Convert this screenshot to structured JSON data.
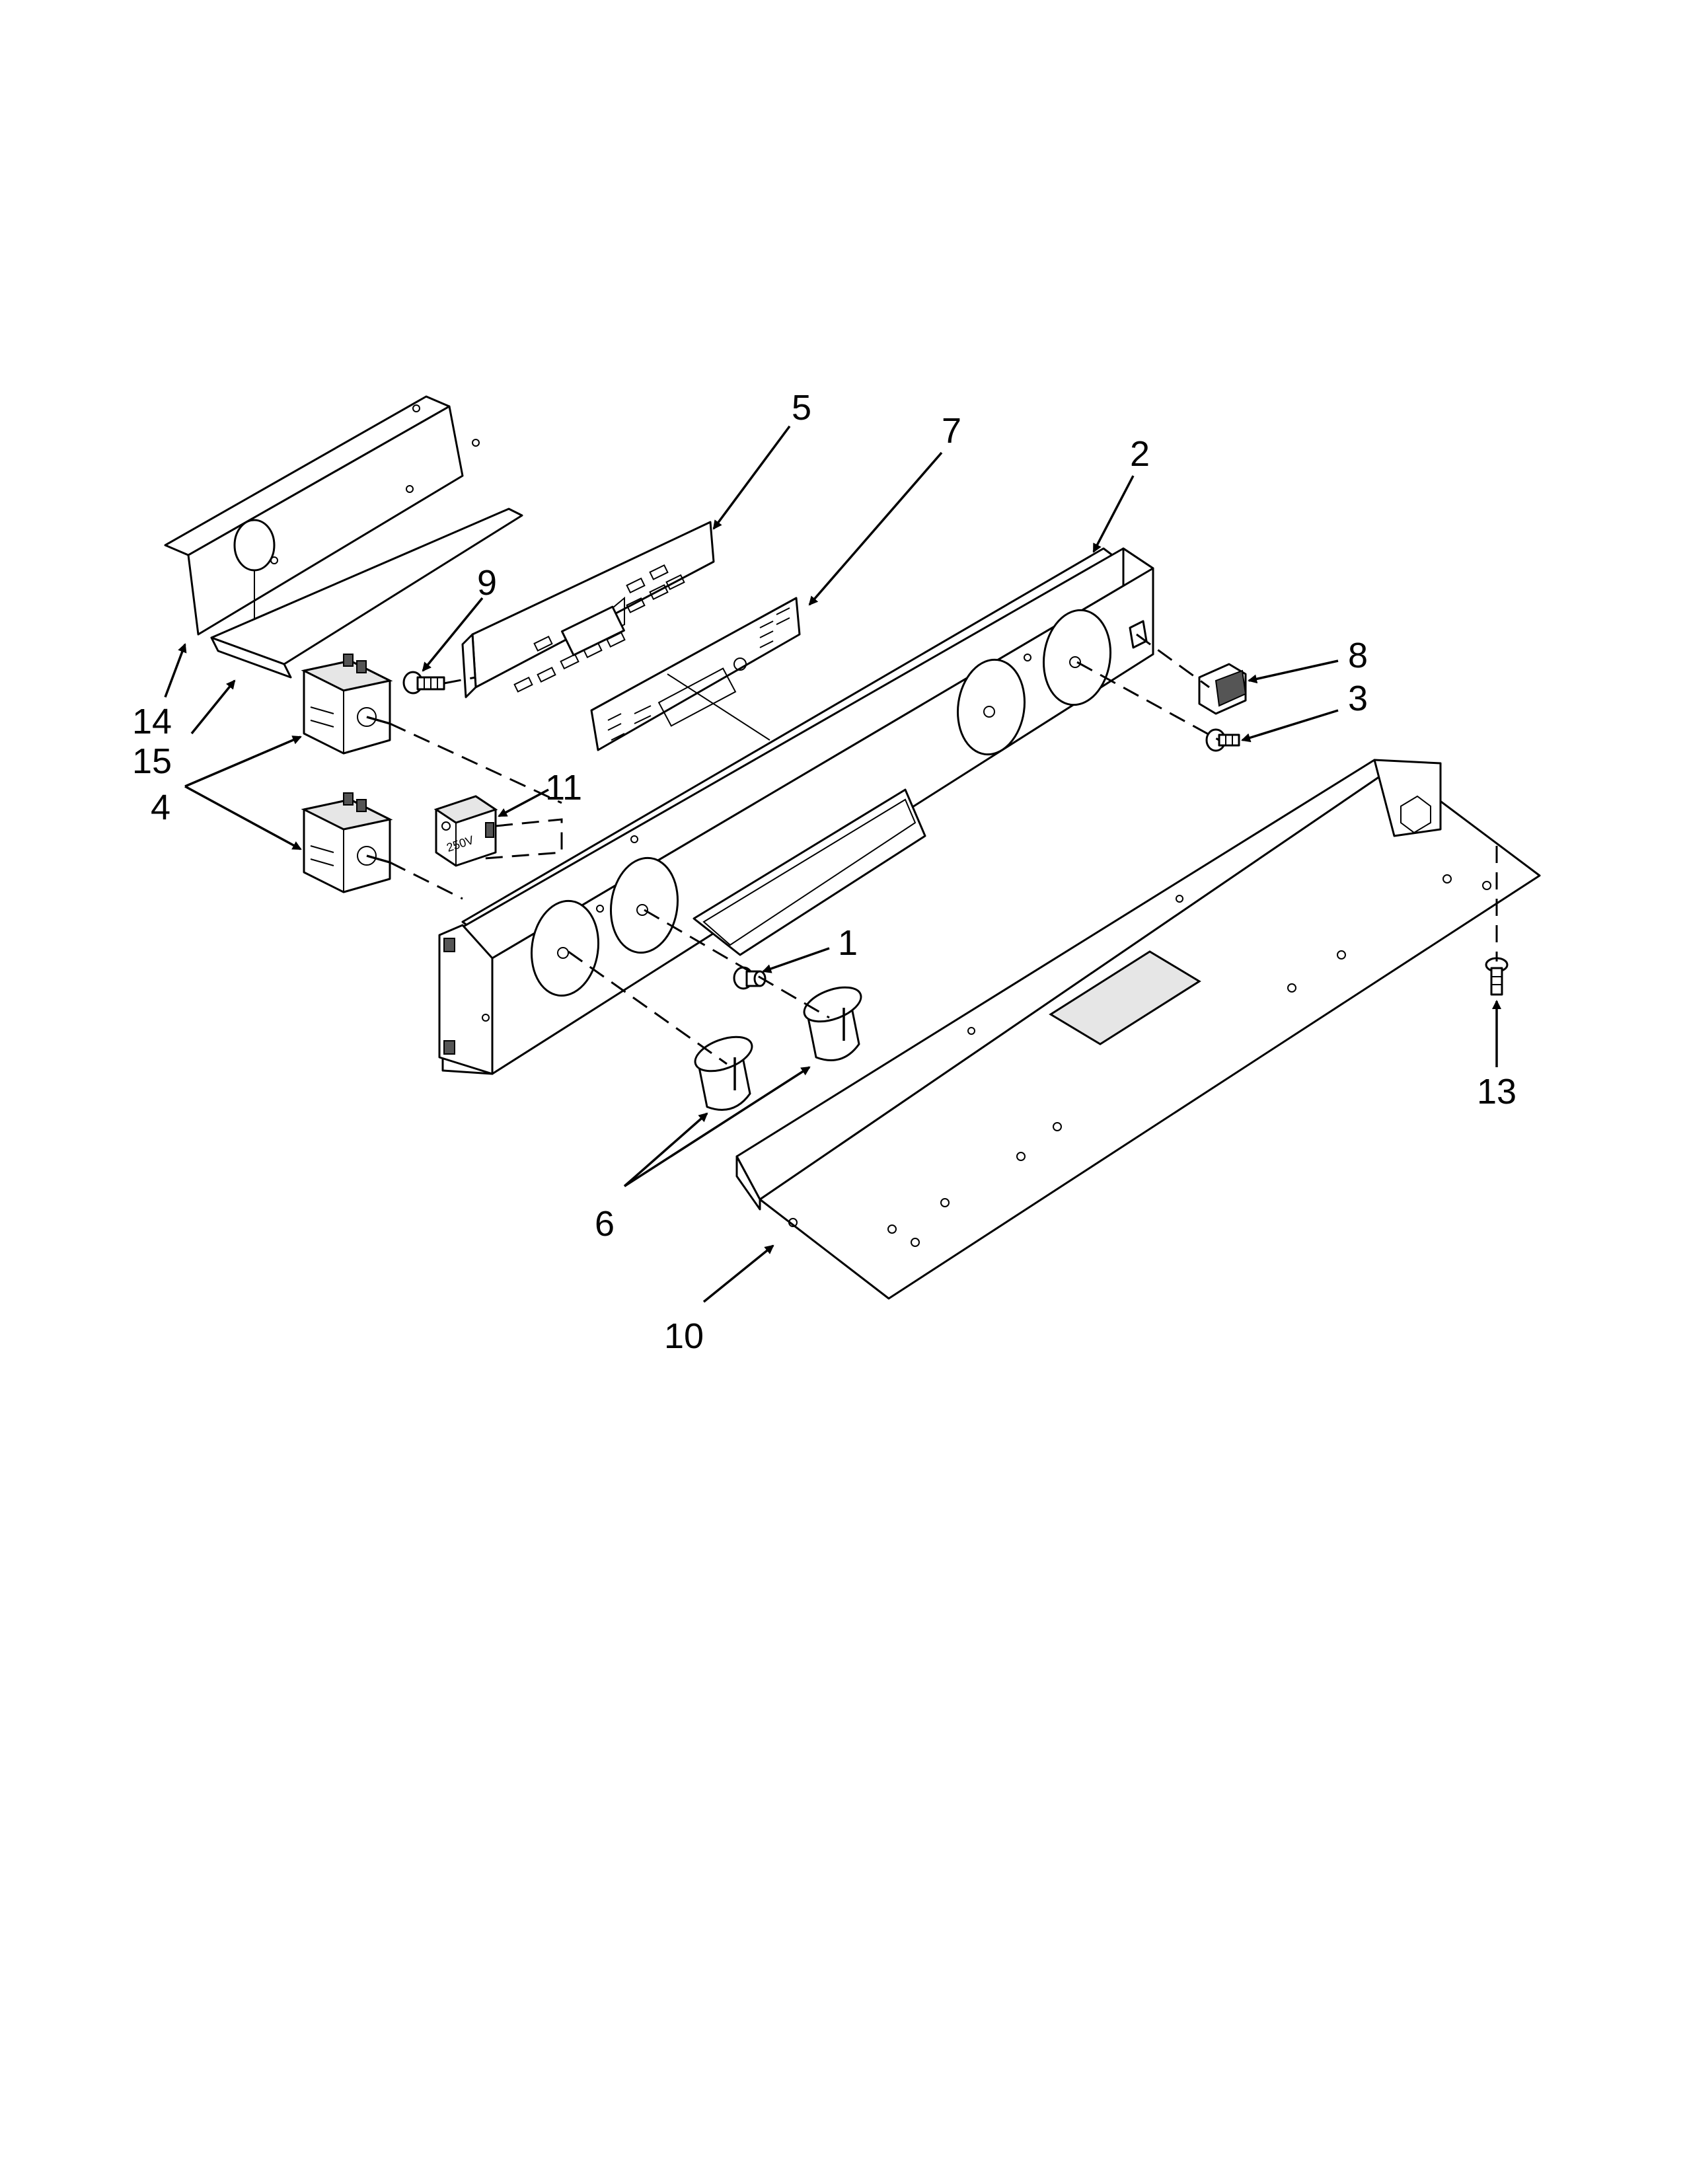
{
  "callouts": [
    {
      "id": "1",
      "label": "1"
    },
    {
      "id": "2",
      "label": "2"
    },
    {
      "id": "3",
      "label": "3"
    },
    {
      "id": "4",
      "label": "4"
    },
    {
      "id": "5",
      "label": "5"
    },
    {
      "id": "6",
      "label": "6"
    },
    {
      "id": "7",
      "label": "7"
    },
    {
      "id": "8",
      "label": "8"
    },
    {
      "id": "9",
      "label": "9"
    },
    {
      "id": "10",
      "label": "10"
    },
    {
      "id": "11",
      "label": "11"
    },
    {
      "id": "13",
      "label": "13"
    },
    {
      "id": "14",
      "label": "14"
    },
    {
      "id": "15",
      "label": "15"
    }
  ],
  "part_markings": {
    "switch_rating": "250V"
  },
  "colors": {
    "line": "#000000",
    "background": "#ffffff"
  }
}
